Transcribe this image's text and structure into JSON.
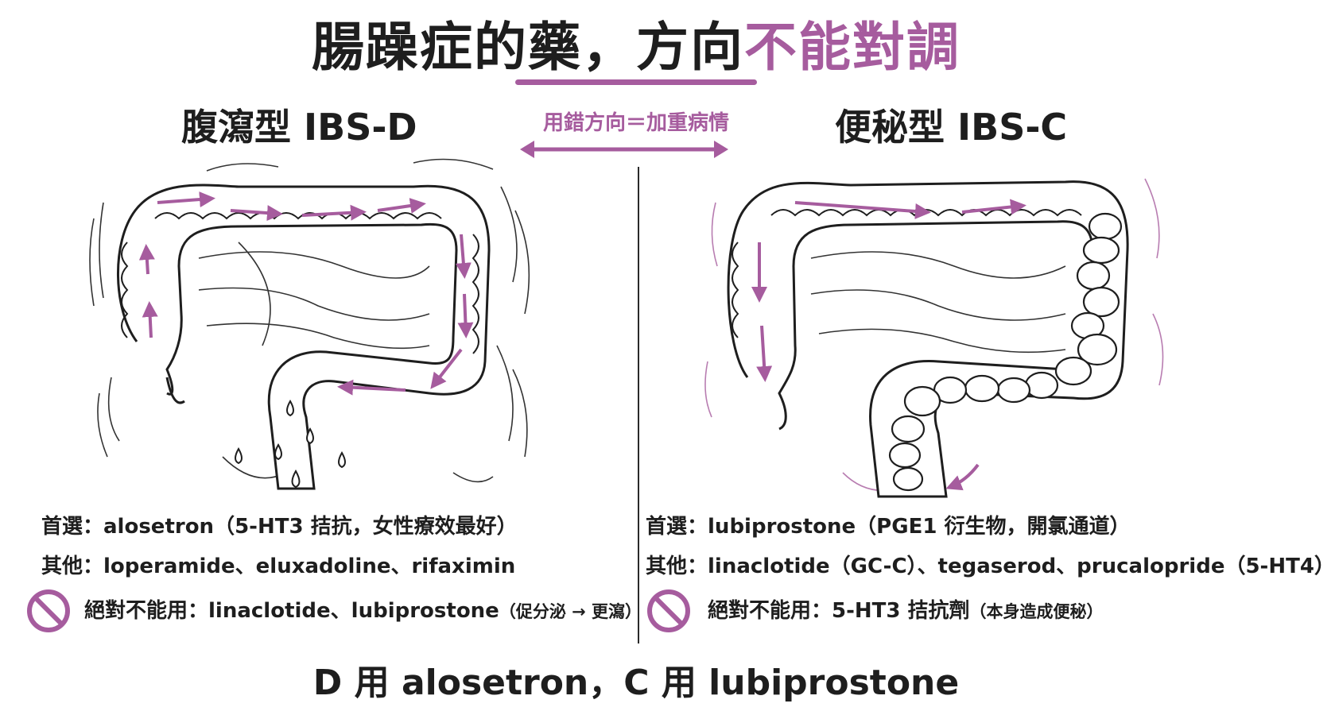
{
  "title": {
    "part1": "腸躁症的藥，方向",
    "accent": "不能對調"
  },
  "mid_label": "用錯方向＝加重病情",
  "left": {
    "heading": "腹瀉型 IBS-D",
    "first_choice_label": "首選：",
    "first_choice": "alosetron（5-HT3 拮抗，女性療效最好）",
    "others_label": "其他：",
    "others": "loperamide、eluxadoline、rifaximin",
    "forbidden_label": "絕對不能用：",
    "forbidden": "linaclotide、lubiprostone",
    "forbidden_note": "（促分泌 → 更瀉）",
    "icon": "prohibition-icon"
  },
  "right": {
    "heading": "便秘型 IBS-C",
    "first_choice_label": "首選：",
    "first_choice": "lubiprostone（PGE1 衍生物，開氯通道）",
    "others_label": "其他：",
    "others": "linaclotide（GC-C）、tegaserod、prucalopride（5-HT4）",
    "forbidden_label": "絕對不能用：",
    "forbidden": "5-HT3 拮抗劑",
    "forbidden_note": "（本身造成便秘）",
    "icon": "prohibition-icon"
  },
  "bottom_line": "D 用 alosetron，C 用 lubiprostone",
  "colors": {
    "accent": "#a65c9e",
    "ink": "#1e1e1e"
  }
}
